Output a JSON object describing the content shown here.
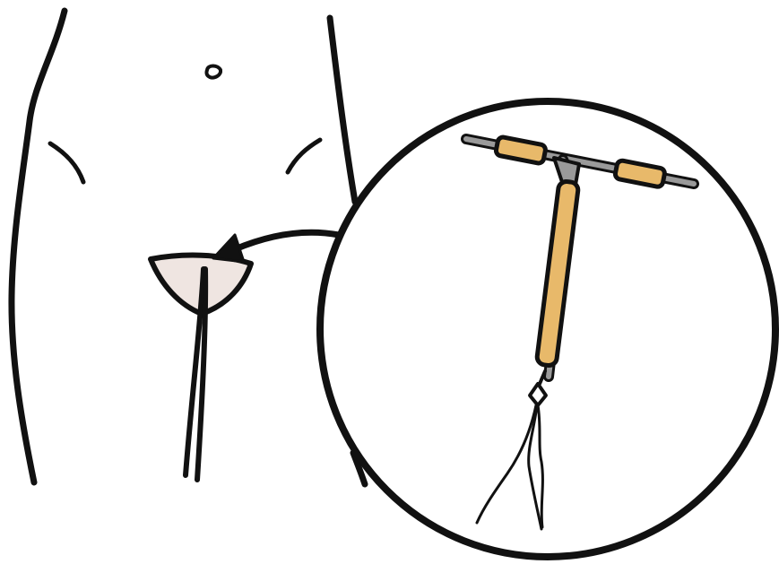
{
  "illustration": {
    "body_figure": "lower-torso-outline",
    "highlighted_region": "pubic-area",
    "magnified_object": "intrauterine-device",
    "parts": [
      "t-frame",
      "arm-sleeve-left",
      "arm-sleeve-right",
      "stem-sleeve",
      "retrieval-strings"
    ]
  },
  "colors": {
    "outline": "#111111",
    "background": "#ffffff",
    "pubic_fill": "#efe5e1",
    "frame_gray": "#9a9a9a",
    "copper_sleeve": "#e8b96a"
  }
}
